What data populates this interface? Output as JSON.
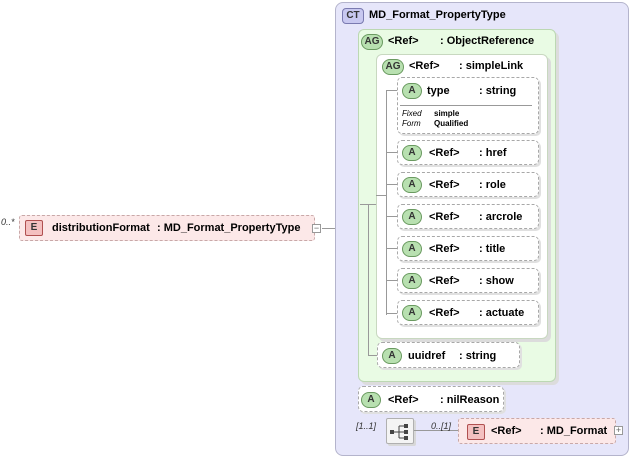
{
  "complex_type": {
    "badge": "CT",
    "name": "MD_Format_PropertyType"
  },
  "root_element": {
    "cardinality": "0..*",
    "badge": "E",
    "name": "distributionFormat",
    "type": ": MD_Format_PropertyType",
    "expander": "−"
  },
  "object_reference": {
    "badge": "AG",
    "ref": "<Ref>",
    "type": ": ObjectReference"
  },
  "simple_link": {
    "badge": "AG",
    "ref": "<Ref>",
    "type": ": simpleLink",
    "type_attr": {
      "badge": "A",
      "name": "type",
      "type": ": string",
      "fixed_label": "Fixed",
      "fixed_value": "simple",
      "form_label": "Form",
      "form_value": "Qualified"
    },
    "attributes": [
      {
        "badge": "A",
        "ref": "<Ref>",
        "type": ": href"
      },
      {
        "badge": "A",
        "ref": "<Ref>",
        "type": ": role"
      },
      {
        "badge": "A",
        "ref": "<Ref>",
        "type": ": arcrole"
      },
      {
        "badge": "A",
        "ref": "<Ref>",
        "type": ": title"
      },
      {
        "badge": "A",
        "ref": "<Ref>",
        "type": ": show"
      },
      {
        "badge": "A",
        "ref": "<Ref>",
        "type": ": actuate"
      }
    ]
  },
  "uuidref": {
    "badge": "A",
    "name": "uuidref",
    "type": ": string"
  },
  "nil_reason": {
    "badge": "A",
    "ref": "<Ref>",
    "type": ": nilReason"
  },
  "sequence": {
    "cardinality": "[1..1]"
  },
  "md_format": {
    "cardinality": "0..[1]",
    "badge": "E",
    "ref": "<Ref>",
    "type": ": MD_Format",
    "expander": "+"
  }
}
